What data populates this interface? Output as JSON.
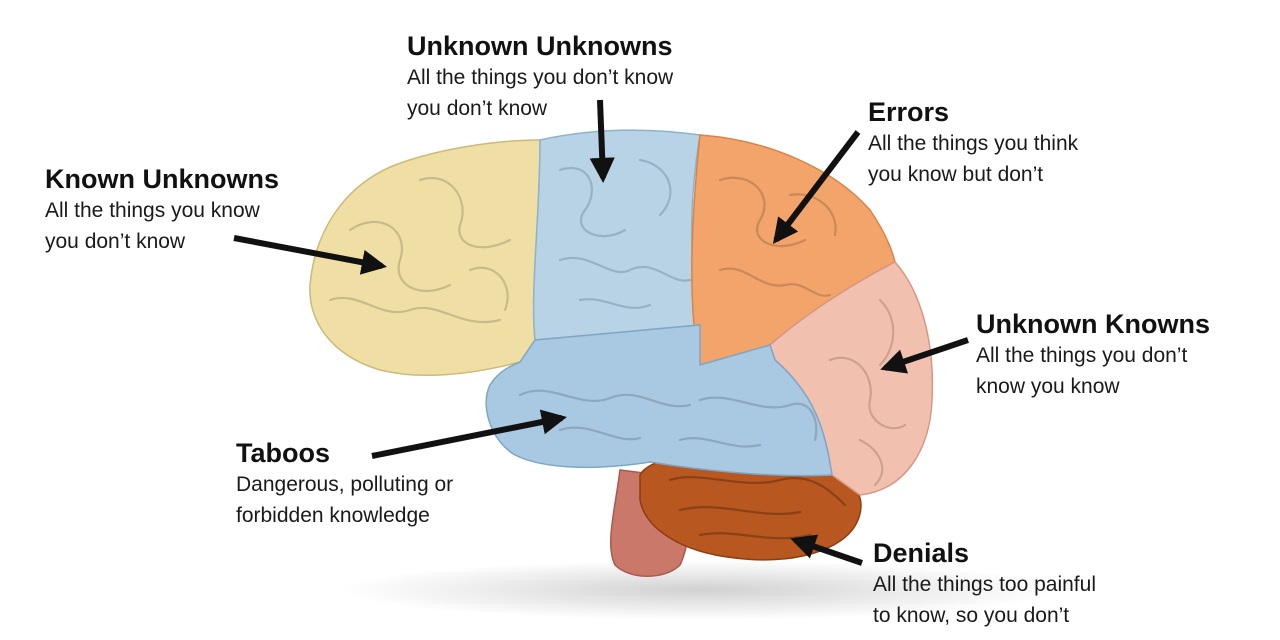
{
  "colors": {
    "known_unknowns": "#f0dfa4",
    "unknown_unknowns": "#b7d3e5",
    "errors": "#f2a46a",
    "unknown_knowns": "#f2c0ae",
    "taboos": "#a9c9e2",
    "denials": "#b8571f",
    "arrow": "#111111"
  },
  "regions": [
    {
      "key": "unknown_unknowns",
      "title": "Unknown Unknowns",
      "lines": [
        "All the things you don’t know",
        "you don’t know"
      ]
    },
    {
      "key": "errors",
      "title": "Errors",
      "lines": [
        "All the things you think",
        "you know but don’t"
      ]
    },
    {
      "key": "known_unknowns",
      "title": "Known Unknowns",
      "lines": [
        "All the things you know",
        "you don’t know"
      ]
    },
    {
      "key": "unknown_knowns",
      "title": "Unknown Knowns",
      "lines": [
        "All the things you don’t",
        "know you know"
      ]
    },
    {
      "key": "taboos",
      "title": "Taboos",
      "lines": [
        "Dangerous, polluting or",
        "forbidden knowledge"
      ]
    },
    {
      "key": "denials",
      "title": "Denials",
      "lines": [
        "All the things too painful",
        "to know, so you don’t"
      ]
    }
  ]
}
